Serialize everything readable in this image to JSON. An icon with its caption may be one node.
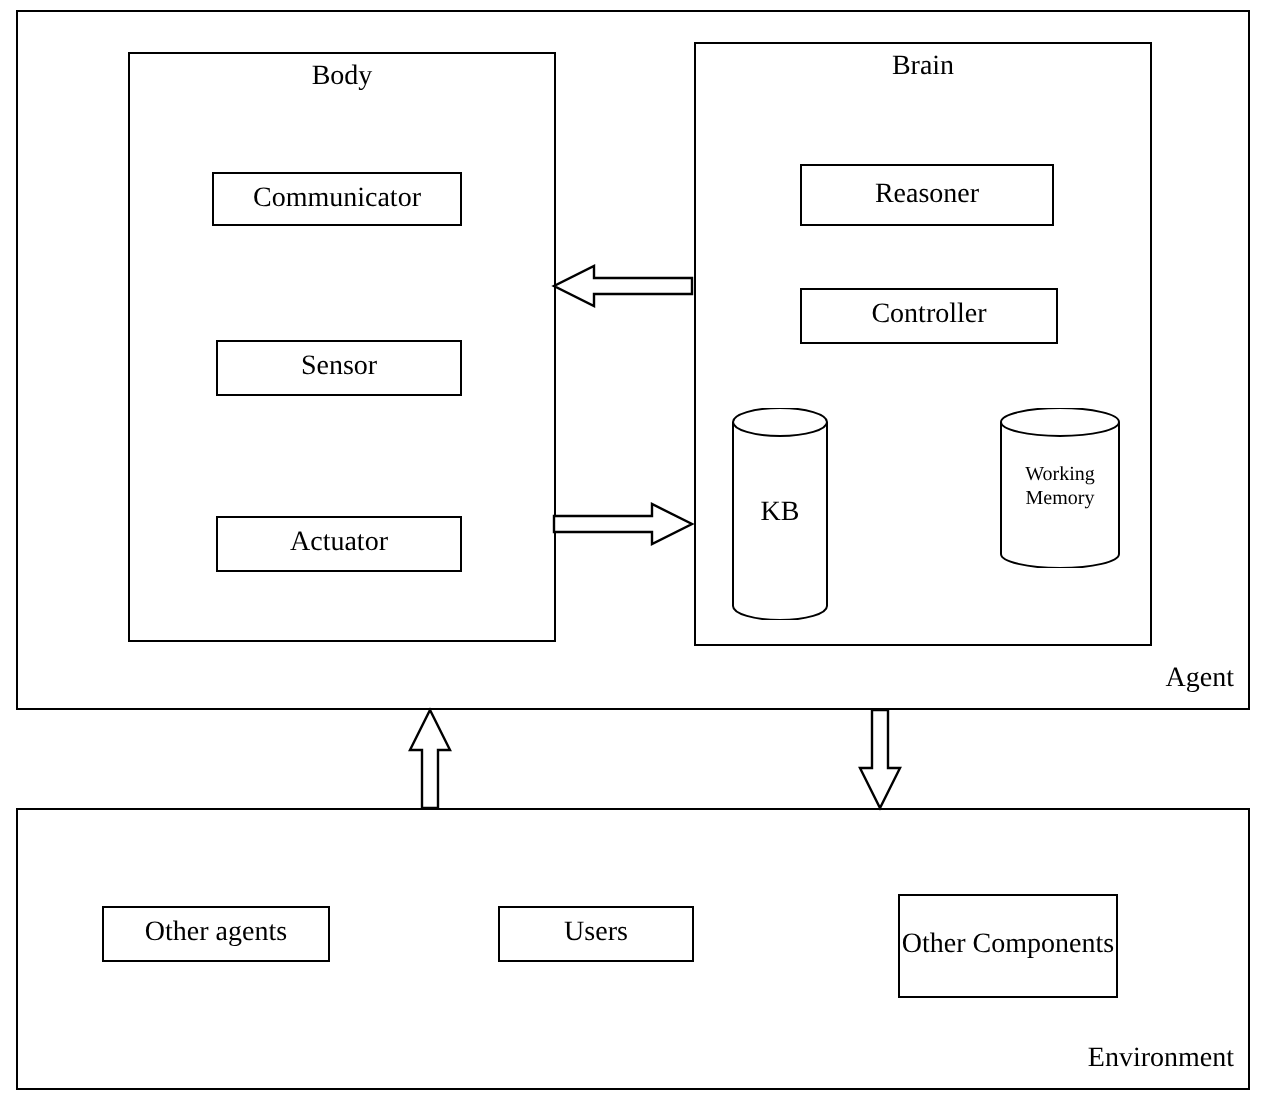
{
  "diagram": {
    "nodes": [
      {
        "text": [
          "Agent"
        ]
      },
      {
        "text": [
          "Body"
        ],
        "in": 0
      },
      {
        "text": [
          "Communicator"
        ],
        "in": 1
      },
      {
        "text": [
          "Sensor"
        ],
        "in": 1
      },
      {
        "text": [
          "Actuator"
        ],
        "in": 1
      },
      {
        "text": [
          "Brain"
        ],
        "in": 0
      },
      {
        "text": [
          "Reasoner"
        ],
        "in": 5
      },
      {
        "text": [
          "Controller"
        ],
        "in": 5
      },
      {
        "text": [
          "KB"
        ],
        "in": 5
      },
      {
        "text": [
          "Working Memory"
        ],
        "in": 5
      },
      {
        "text": [
          "Environment"
        ]
      },
      {
        "text": [
          "Other agents"
        ],
        "in": 10
      },
      {
        "text": [
          "Users"
        ],
        "in": 10
      },
      {
        "text": [
          "Other Components"
        ],
        "in": 10
      }
    ],
    "edges": [
      {
        "from": 5,
        "to": 1,
        "arrow": "to"
      },
      {
        "from": 1,
        "to": 5,
        "arrow": "to"
      },
      {
        "from": 10,
        "to": 0,
        "arrow": "to"
      },
      {
        "from": 0,
        "to": 10,
        "arrow": "to"
      }
    ]
  }
}
